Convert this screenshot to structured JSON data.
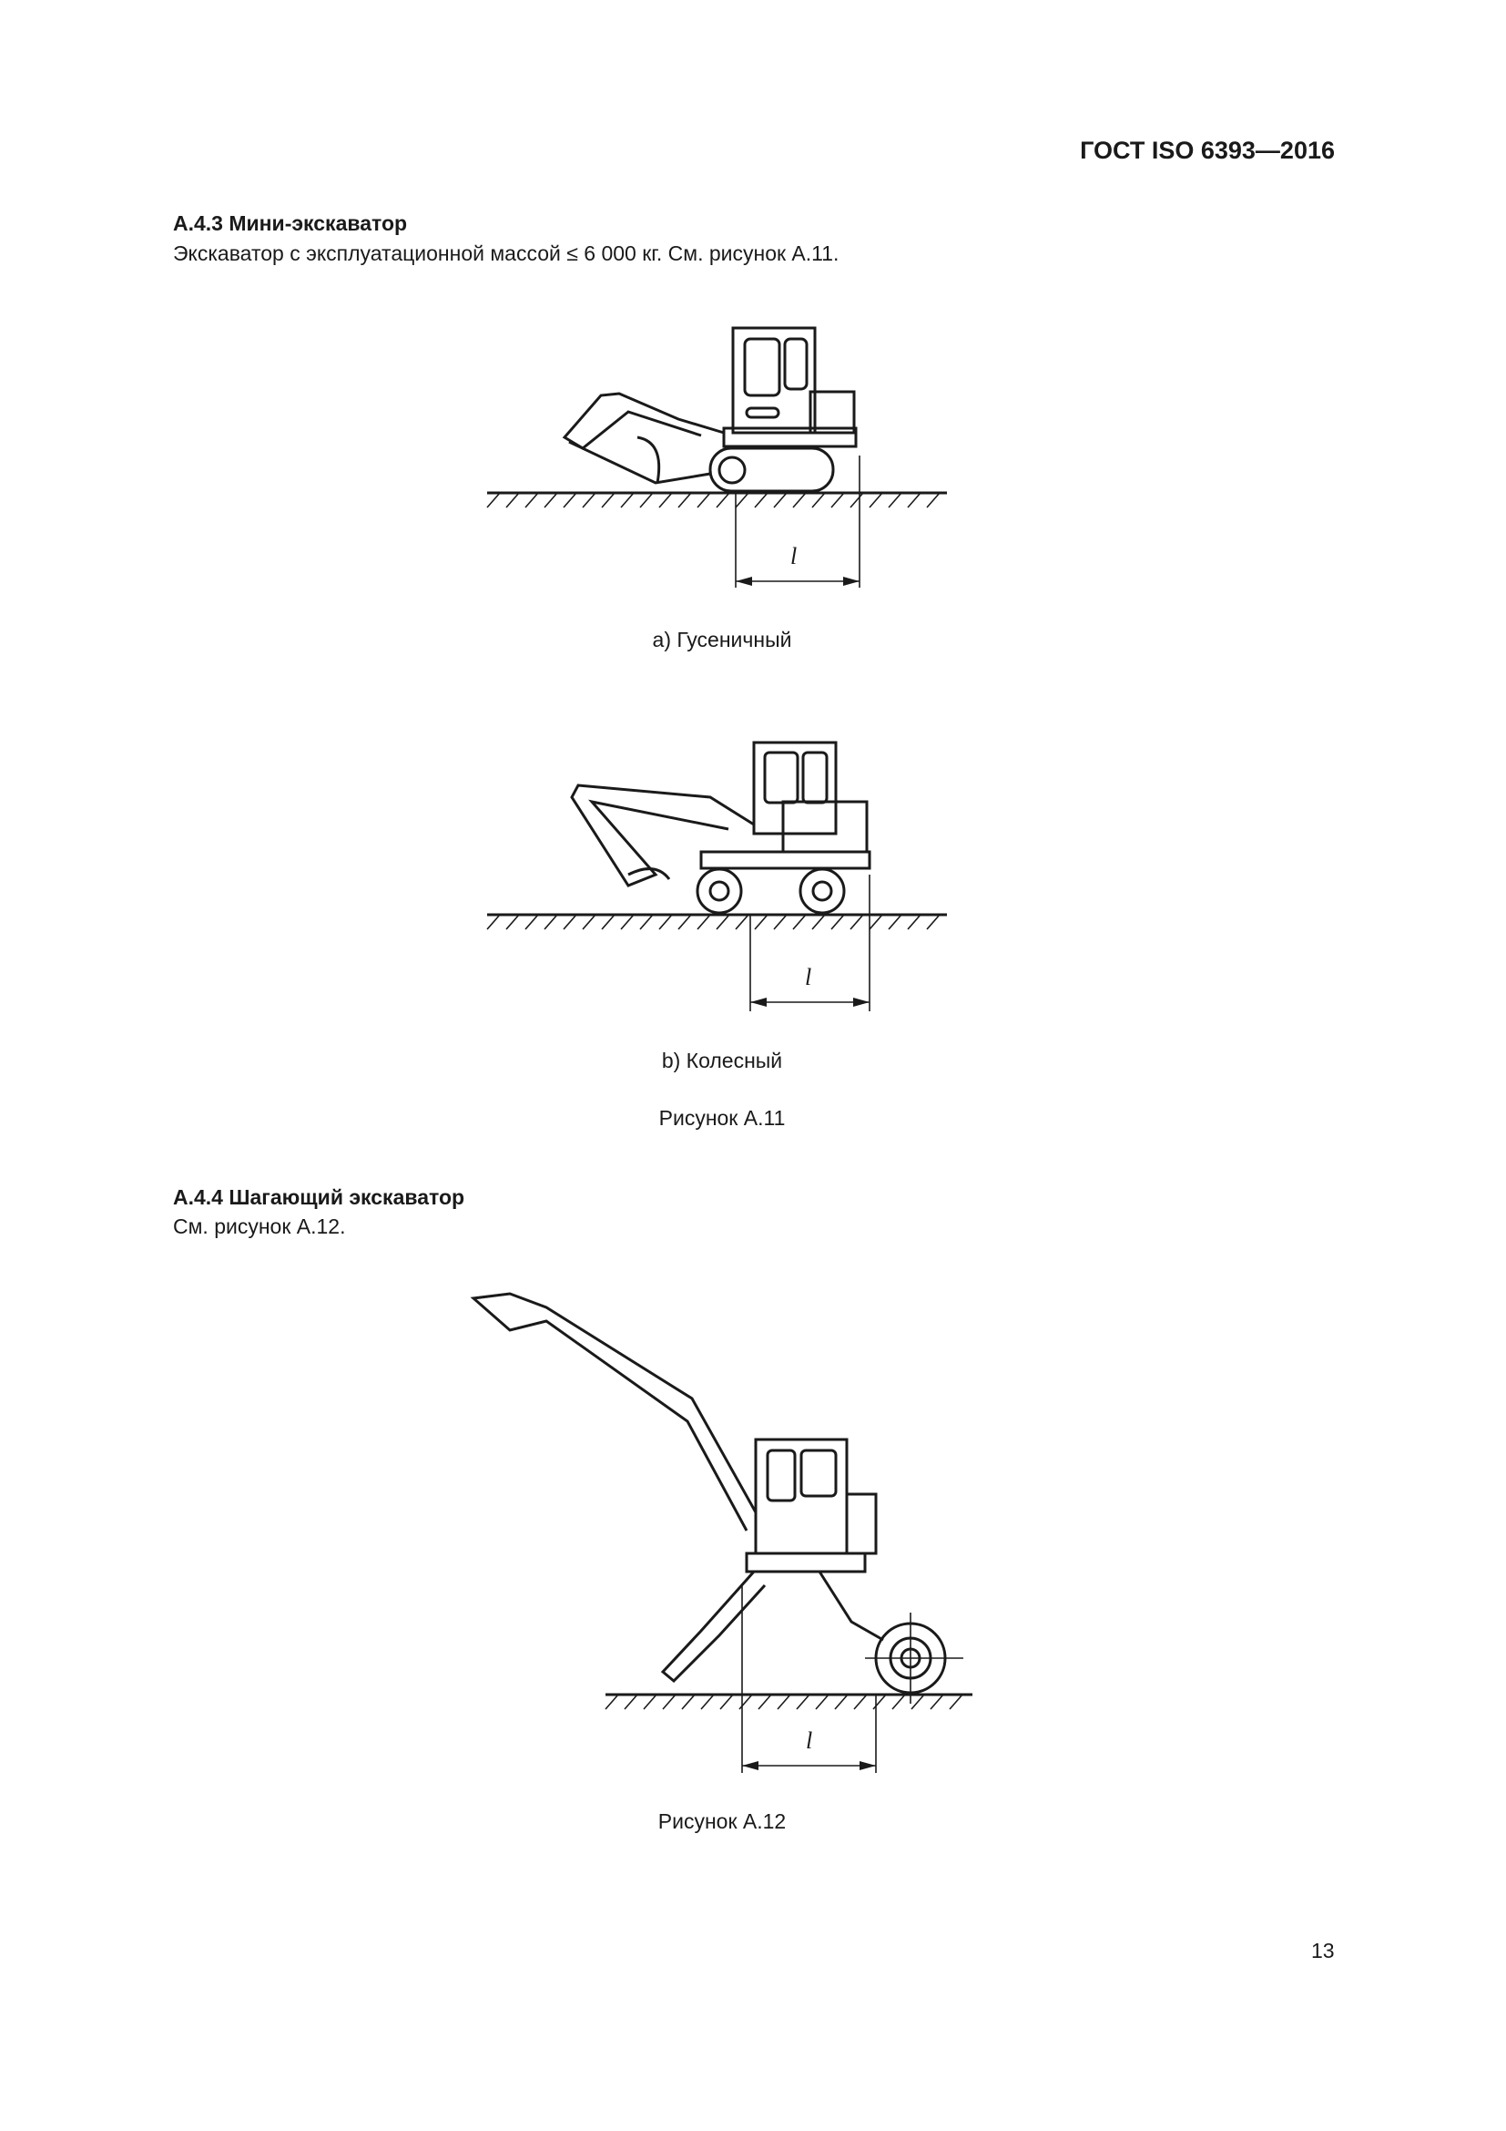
{
  "header": {
    "doc_id": "ГОСТ ISO 6393—2016"
  },
  "section_a43": {
    "title": "А.4.3 Мини-экскаватор",
    "text": "Экскаватор с эксплуатационной массой ≤ 6 000 кг. См. рисунок А.11."
  },
  "figure_a11": {
    "sub_a": "а) Гусеничный",
    "sub_b": "b) Колесный",
    "caption": "Рисунок А.11",
    "dim_label": "l"
  },
  "section_a44": {
    "title": "А.4.4 Шагающий экскаватор",
    "text": "См. рисунок А.12."
  },
  "figure_a12": {
    "caption": "Рисунок А.12",
    "dim_label": "l"
  },
  "footer": {
    "page_number": "13"
  }
}
